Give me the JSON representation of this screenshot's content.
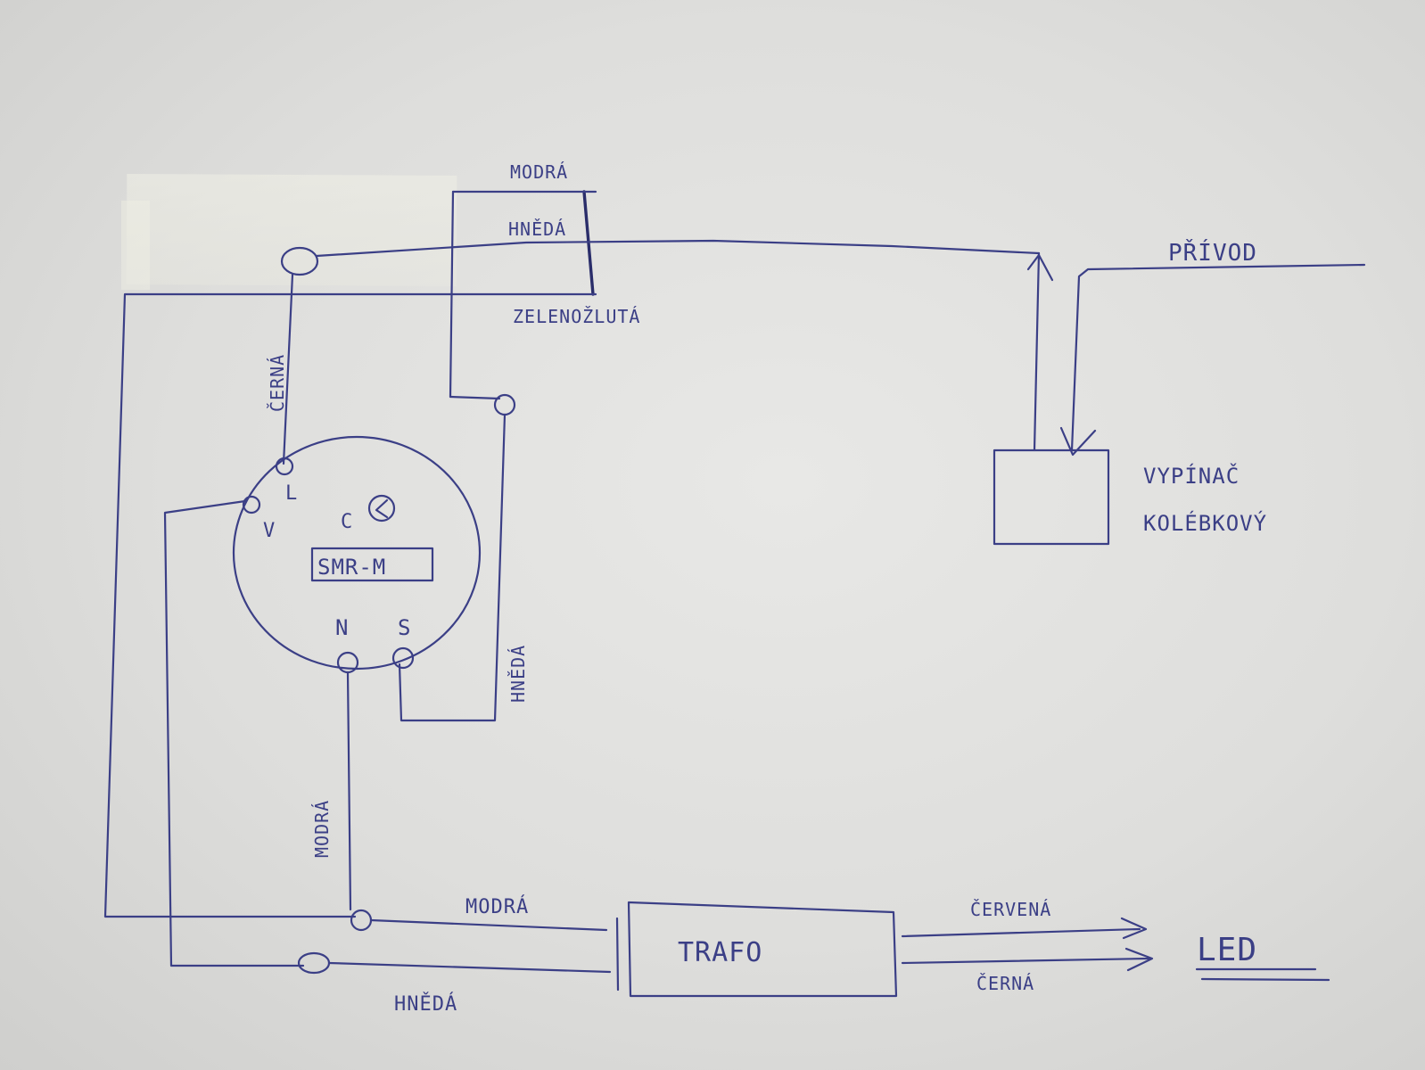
{
  "labels": {
    "top_blue": "MODRÁ",
    "top_brown": "HNĚDÁ",
    "top_green_yellow": "ZELENOŽLUTÁ",
    "black_vertical": "ČERNÁ",
    "supply": "PŘÍVOD",
    "switch_line1": "VYPÍNAČ",
    "switch_line2": "KOLÉBKOVÝ",
    "module_name": "SMR-M",
    "terminal_L": "L",
    "terminal_V": "V",
    "terminal_C": "C",
    "terminal_N": "N",
    "terminal_S": "S",
    "brown_vertical": "HNĚDÁ",
    "blue_vertical": "MODRÁ",
    "bottom_blue": "MODRÁ",
    "bottom_brown": "HNĚDÁ",
    "transformer": "TRAFO",
    "out_red": "ČERVENÁ",
    "out_black": "ČERNÁ",
    "led": "LED"
  },
  "colors": {
    "ink": "#3b3f86",
    "paper": "#e4e4e2"
  }
}
